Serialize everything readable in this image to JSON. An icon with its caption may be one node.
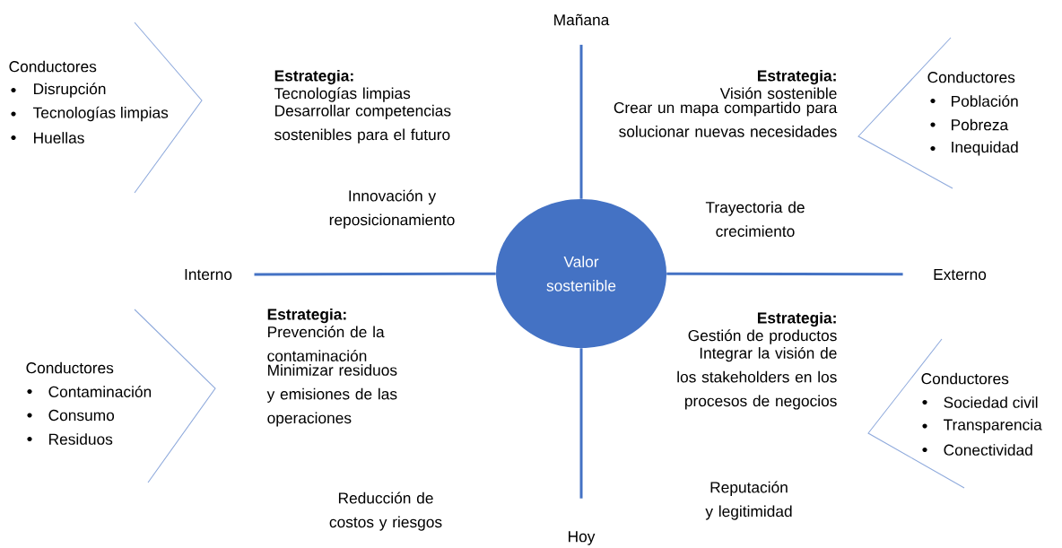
{
  "diagram": {
    "nodes": [
      {
        "text": [
          "Valor sostenible"
        ]
      },
      {
        "text": [
          "Mañana"
        ]
      },
      {
        "text": [
          "Interno"
        ]
      },
      {
        "text": [
          "Externo"
        ]
      },
      {
        "text": [
          "Hoy"
        ]
      }
    ],
    "edges": [
      {
        "from": 0,
        "to": 1,
        "arrow": "none"
      },
      {
        "from": 0,
        "to": 2,
        "arrow": "none"
      },
      {
        "from": 0,
        "to": 3,
        "arrow": "none"
      },
      {
        "from": 0,
        "to": 4,
        "arrow": "none"
      }
    ],
    "labels": [
      "Conductores",
      "Disrupción",
      "Tecnologías limpias",
      "Huellas",
      "Estrategia:",
      "Tecnologías limpias",
      "Desarrollar competencias sostenibles para el futuro",
      "Estrategia:",
      "Visión sostenible",
      "Crear un mapa compartido para solucionar nuevas necesidades",
      "Conductores",
      "Población",
      "Pobreza",
      "Inequidad",
      "Innovación y reposicionamiento",
      "Trayectoria de crecimiento",
      "Conductores",
      "Contaminación",
      "Consumo",
      "Residuos",
      "Estrategia:",
      "Prevención de la contaminación",
      "Minimizar residuos y emisiones de las operaciones",
      "Estrategia:",
      "Gestión de productos",
      "Integrar la visión de los stakeholders en los procesos de negocios",
      "Conductores",
      "Sociedad civil",
      "Transparencia",
      "Conectividad",
      "Reducción de costos y riesgos",
      "Reputación y legitimidad"
    ]
  }
}
